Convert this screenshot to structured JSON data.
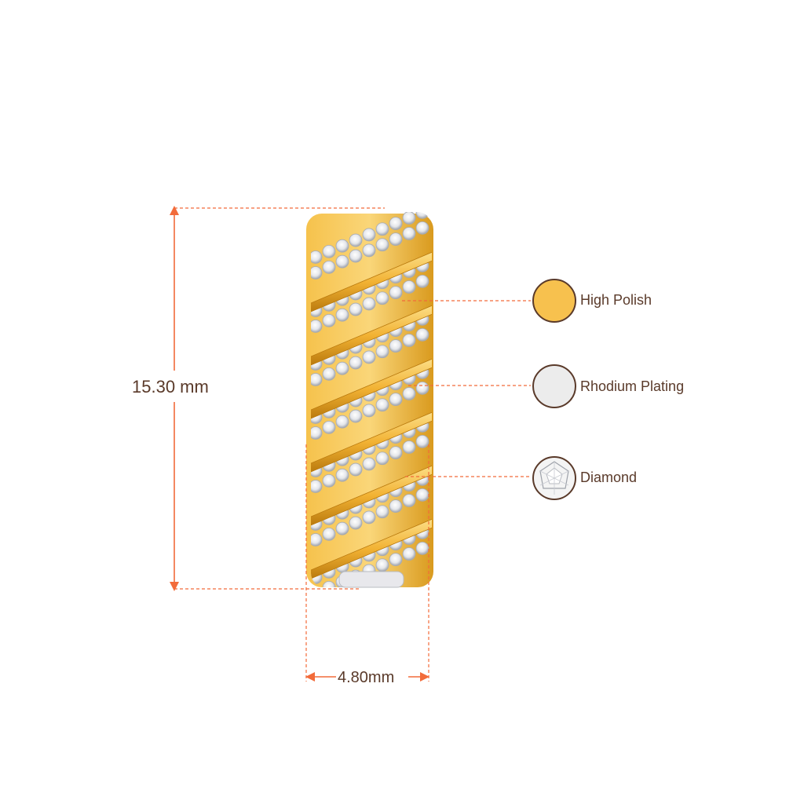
{
  "dimensions": {
    "height_label": "15.30 mm",
    "width_label": "4.80mm"
  },
  "legend": [
    {
      "label": "High Polish",
      "swatch": "#F7C14E",
      "icon": "gold-swatch-icon"
    },
    {
      "label": "Rhodium Plating",
      "swatch": "#ECECEC",
      "icon": "rhodium-swatch-icon"
    },
    {
      "label": "Diamond",
      "swatch": "#F4F4F4",
      "icon": "diamond-swatch-icon"
    }
  ],
  "colors": {
    "accent_line": "#F26B3A",
    "text": "#5A3A2A",
    "gold": "#F2B233",
    "gold_dark": "#C98A12",
    "silver": "#E9E9EC",
    "outline": "#5A3A2A"
  }
}
